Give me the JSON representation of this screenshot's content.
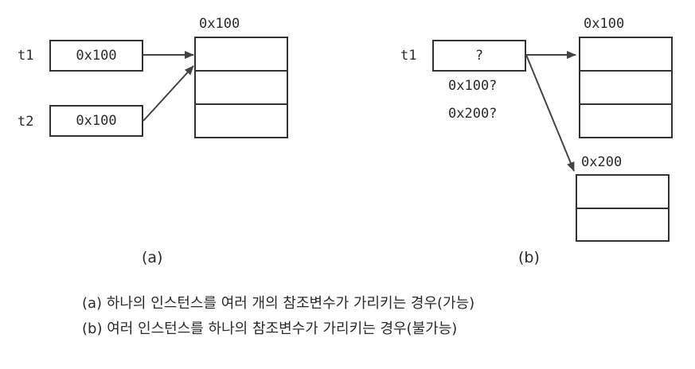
{
  "diagram_a": {
    "label": "(a)",
    "var1_name": "t1",
    "var1_value": "0x100",
    "var2_name": "t2",
    "var2_value": "0x100",
    "object_address": "0x100"
  },
  "diagram_b": {
    "label": "(b)",
    "var_name": "t1",
    "var_value": "?",
    "option1": "0x100?",
    "option2": "0x200?",
    "object1_address": "0x100",
    "object2_address": "0x200"
  },
  "captions": [
    "(a) 하나의 인스턴스를 여러 개의 참조변수가 가리키는 경우(가능)",
    "(b) 여러 인스턴스를 하나의 참조변수가 가리키는 경우(불가능)"
  ]
}
